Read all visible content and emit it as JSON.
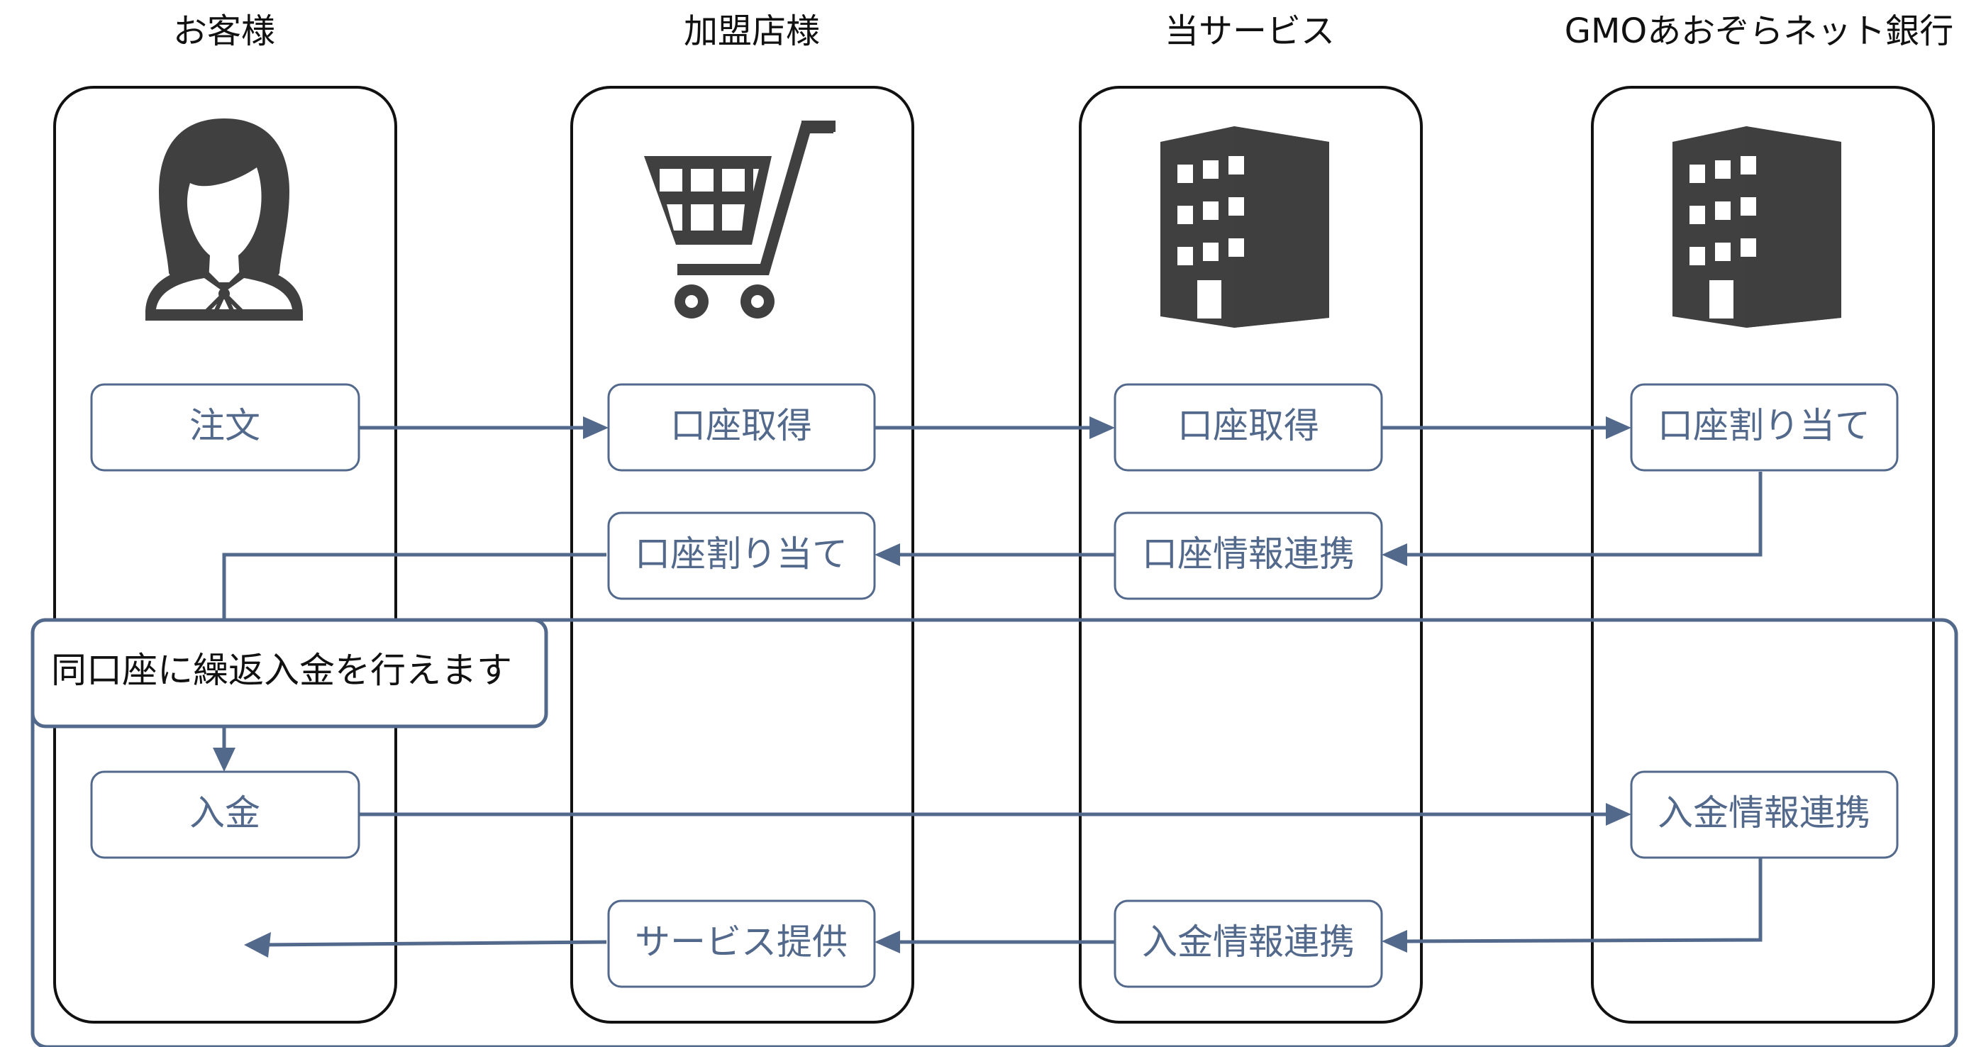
{
  "columns": {
    "customer": "お客様",
    "merchant": "加盟店様",
    "service": "当サービス",
    "bank": "GMOあおぞらネット銀行"
  },
  "steps": {
    "order": "注文",
    "merchant_get_account": "口座取得",
    "service_get_account": "口座取得",
    "bank_assign_account": "口座割り当て",
    "merchant_assign_account": "口座割り当て",
    "service_account_info": "口座情報連携",
    "deposit": "入金",
    "bank_deposit_info": "入金情報連携",
    "service_deposit_info": "入金情報連携",
    "merchant_service": "サービス提供"
  },
  "note": "同口座に繰返入金を行えます",
  "icons": {
    "customer": "person-icon",
    "merchant": "shopping-cart-icon",
    "service": "building-icon",
    "bank": "building-icon"
  },
  "colors": {
    "accent": "#53698c",
    "icon": "#404040",
    "lane_border": "#111111"
  }
}
